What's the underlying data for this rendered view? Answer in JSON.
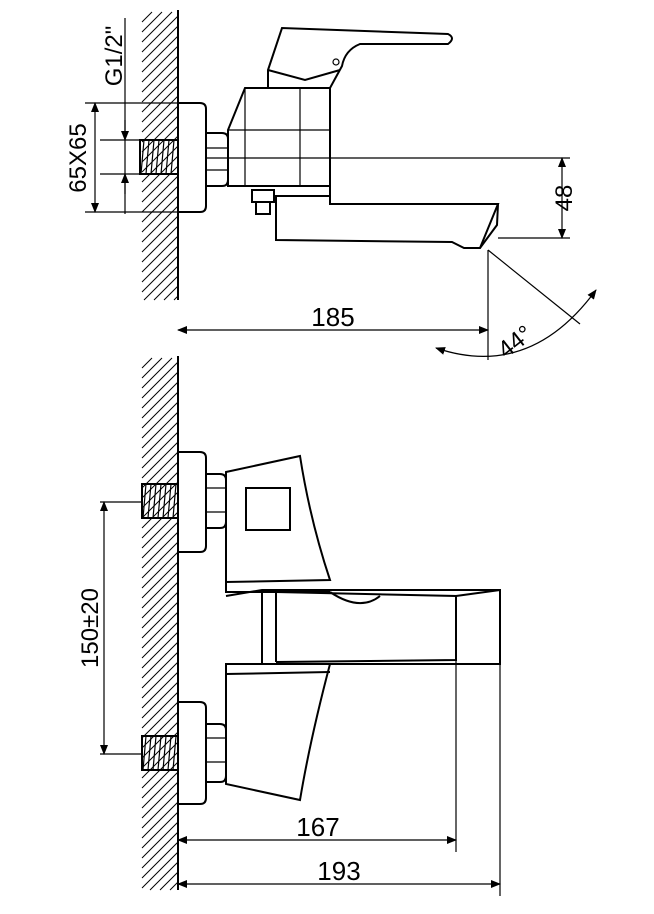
{
  "dimensions": {
    "thread": "G1/2\"",
    "flange": "65X65",
    "spout_height": "48",
    "length_top": "185",
    "angle": "44°",
    "center_distance": "150±20",
    "length_167": "167",
    "length_193": "193"
  }
}
